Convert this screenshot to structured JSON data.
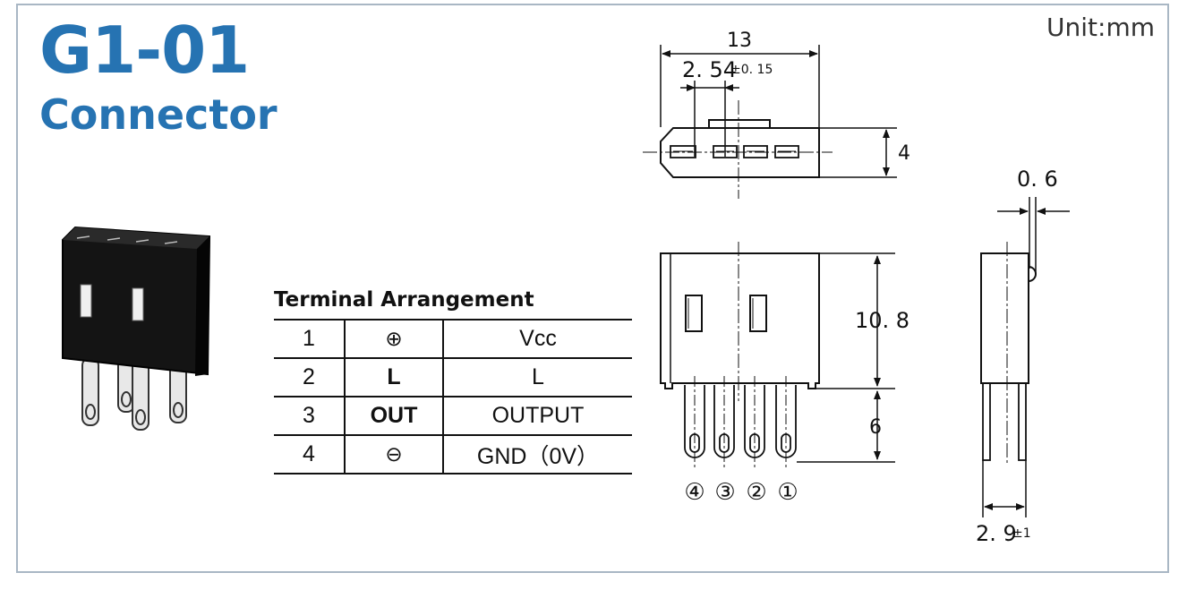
{
  "title": "G1-01",
  "subtitle": "Connector",
  "unit_label": "Unit:mm",
  "terminal_arrangement": {
    "heading": "Terminal Arrangement",
    "rows": [
      {
        "pin": "1",
        "symbol": "⊕",
        "function": "Vcc"
      },
      {
        "pin": "2",
        "symbol": "L",
        "function": "L"
      },
      {
        "pin": "3",
        "symbol": "OUT",
        "function": "OUTPUT"
      },
      {
        "pin": "4",
        "symbol": "⊖",
        "function": "GND（0V）"
      }
    ]
  },
  "dimensions": {
    "overall_width": "13",
    "pitch": "2. 54",
    "pitch_tol": "±0. 15",
    "top_height": "4",
    "body_height": "10. 8",
    "pin_length": "6",
    "thickness_small": "0. 6",
    "side_width": "2. 9",
    "side_width_tol": "±1"
  },
  "pin_labels": [
    "④",
    "③",
    "②",
    "①"
  ]
}
